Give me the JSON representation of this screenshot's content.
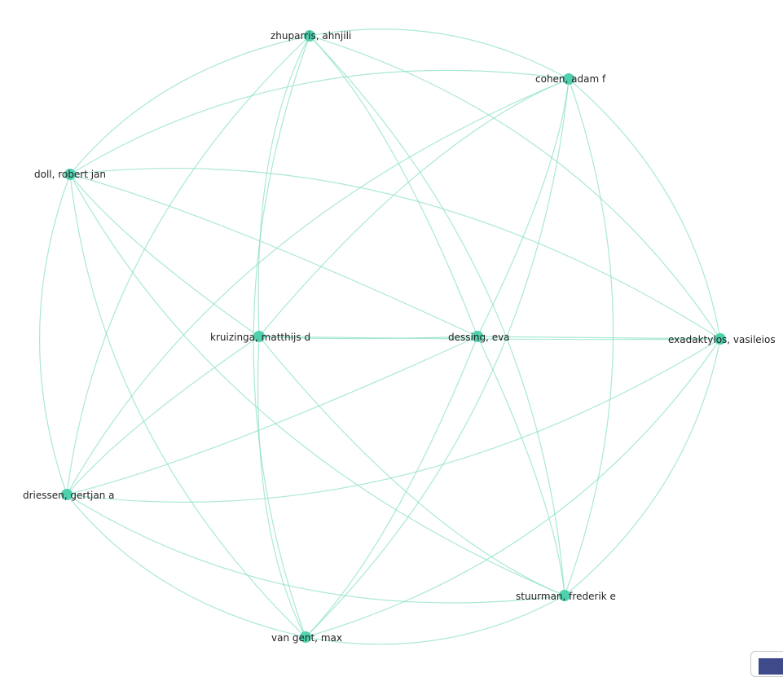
{
  "graph": {
    "node_color": "#4fd1ae",
    "edge_color": "#8ee0c8",
    "nodes": [
      {
        "id": "zhuparris",
        "label": "zhuparris, ahnjili"
      },
      {
        "id": "cohen",
        "label": "cohen, adam f"
      },
      {
        "id": "doll",
        "label": "doll, robert jan"
      },
      {
        "id": "kruizinga",
        "label": "kruizinga, matthijs d"
      },
      {
        "id": "dessing",
        "label": "dessing, eva"
      },
      {
        "id": "exadaktylos",
        "label": "exadaktylos, vasileios"
      },
      {
        "id": "driessen",
        "label": "driessen, gertjan a"
      },
      {
        "id": "stuurman",
        "label": "stuurman, frederik e"
      },
      {
        "id": "vangent",
        "label": "van gent, max"
      }
    ],
    "edges": [
      [
        "zhuparris",
        "cohen"
      ],
      [
        "zhuparris",
        "doll"
      ],
      [
        "zhuparris",
        "kruizinga"
      ],
      [
        "zhuparris",
        "dessing"
      ],
      [
        "zhuparris",
        "exadaktylos"
      ],
      [
        "zhuparris",
        "driessen"
      ],
      [
        "zhuparris",
        "stuurman"
      ],
      [
        "zhuparris",
        "vangent"
      ],
      [
        "cohen",
        "doll"
      ],
      [
        "cohen",
        "kruizinga"
      ],
      [
        "cohen",
        "dessing"
      ],
      [
        "cohen",
        "exadaktylos"
      ],
      [
        "cohen",
        "driessen"
      ],
      [
        "cohen",
        "stuurman"
      ],
      [
        "cohen",
        "vangent"
      ],
      [
        "doll",
        "kruizinga"
      ],
      [
        "doll",
        "dessing"
      ],
      [
        "doll",
        "exadaktylos"
      ],
      [
        "doll",
        "driessen"
      ],
      [
        "doll",
        "stuurman"
      ],
      [
        "doll",
        "vangent"
      ],
      [
        "kruizinga",
        "dessing"
      ],
      [
        "kruizinga",
        "exadaktylos"
      ],
      [
        "kruizinga",
        "driessen"
      ],
      [
        "kruizinga",
        "stuurman"
      ],
      [
        "kruizinga",
        "vangent"
      ],
      [
        "dessing",
        "exadaktylos"
      ],
      [
        "dessing",
        "driessen"
      ],
      [
        "dessing",
        "stuurman"
      ],
      [
        "dessing",
        "vangent"
      ],
      [
        "exadaktylos",
        "driessen"
      ],
      [
        "exadaktylos",
        "stuurman"
      ],
      [
        "exadaktylos",
        "vangent"
      ],
      [
        "driessen",
        "stuurman"
      ],
      [
        "driessen",
        "vangent"
      ],
      [
        "stuurman",
        "vangent"
      ]
    ]
  },
  "corner_widget": {
    "icon": "collapsed-panel-icon",
    "color": "#3f4a8a"
  }
}
